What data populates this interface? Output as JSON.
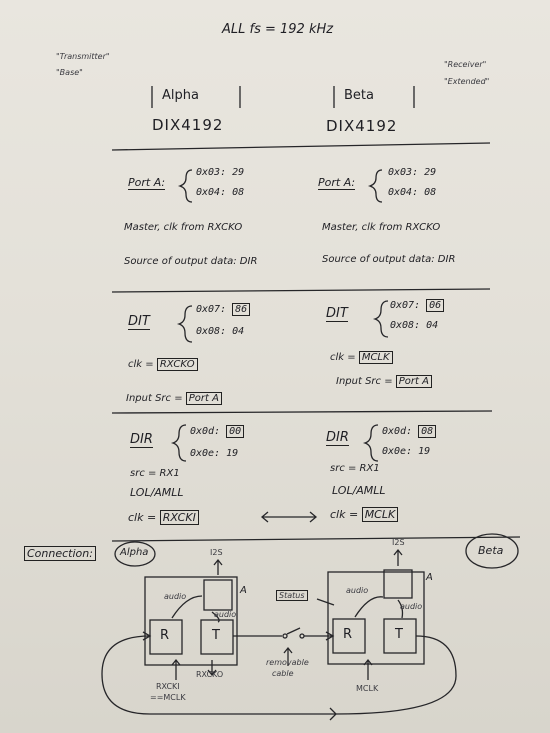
{
  "title": "ALL fs = 192 kHz",
  "alpha_tags": [
    "\"Transmitter\"",
    "\"Base\""
  ],
  "beta_tags": [
    "\"Receiver\"",
    "\"Extended\""
  ],
  "alpha": {
    "name": "Alpha",
    "chip": "DIX4192",
    "port_label": "Port A:",
    "port_regs": [
      "0x03: 29",
      "0x04: 08"
    ],
    "master_clk": "Master, clk from RXCKO",
    "source_output": "Source of output data: DIR",
    "dit_label": "DIT",
    "dit_regs": [
      "0x07:",
      "86",
      "0x08: 04"
    ],
    "dit_clk_prefix": "clk =",
    "dit_clk": "RXCKO",
    "input_src_prefix": "Input Src =",
    "input_src": "Port A",
    "dir_label": "DIR",
    "dir_regs": [
      "0x0d:",
      "00",
      "0x0e: 19"
    ],
    "dir_src": "src = RX1",
    "dir_lock": "LOL/AMLL",
    "dir_clk_prefix": "clk =",
    "dir_clk": "RXCKI"
  },
  "beta": {
    "name": "Beta",
    "chip": "DIX4192",
    "port_label": "Port A:",
    "port_regs": [
      "0x03: 29",
      "0x04: 08"
    ],
    "master_clk": "Master, clk from RXCKO",
    "source_output": "Source of output data: DIR",
    "dit_label": "DIT",
    "dit_regs": [
      "0x07:",
      "06",
      "0x08: 04"
    ],
    "dit_clk_prefix": "clk =",
    "dit_clk": "MCLK",
    "input_src_prefix": "Input Src =",
    "input_src": "Port A",
    "dir_label": "DIR",
    "dir_regs": [
      "0x0d:",
      "08",
      "0x0e: 19"
    ],
    "dir_src": "src = RX1",
    "dir_lock": "LOL/AMLL",
    "dir_clk_prefix": "clk =",
    "dir_clk": "MCLK"
  },
  "connection": {
    "label": "Connection:",
    "alpha": "Alpha",
    "beta": "Beta",
    "i2s_left": "I2S",
    "i2s_right": "I2S",
    "a_left": "A",
    "a_right": "A",
    "audio_left_1": "audio",
    "audio_left_2": "audio",
    "audio_right_1": "audio",
    "audio_right_2": "audio",
    "r": "R",
    "t": "T",
    "status": "Status",
    "cable": [
      "removable",
      "cable"
    ],
    "rxcki": [
      "RXCKI",
      "==MCLK"
    ],
    "rxcko": "RXCKO",
    "mclk": "MCLK"
  }
}
